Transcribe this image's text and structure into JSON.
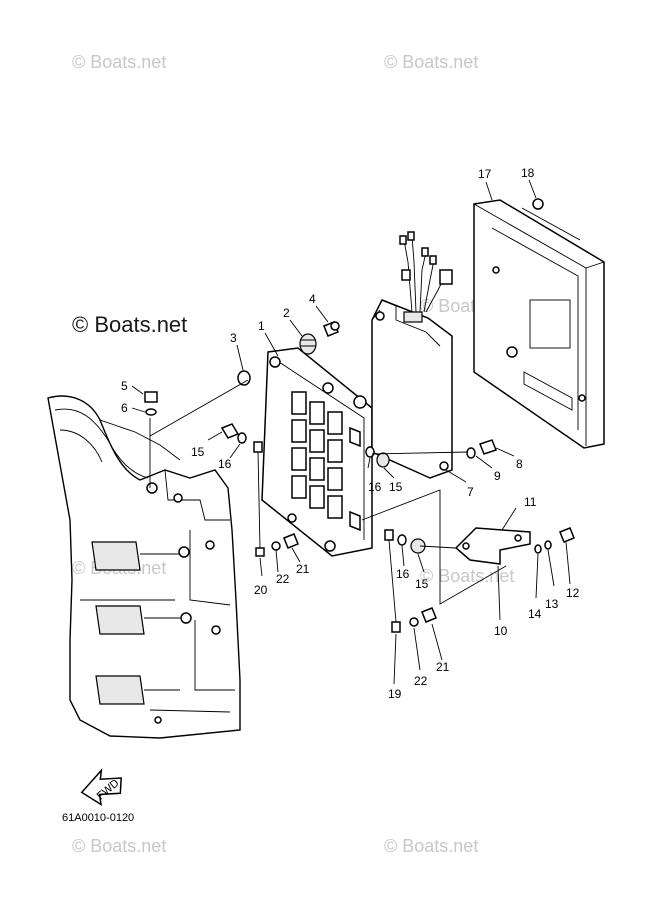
{
  "watermarks": {
    "top_left": "© Boats.net",
    "top_right": "© Boats.net",
    "center": "© Boats.net",
    "mid_right": "© Boats.net",
    "mid_left": "© Boats.net",
    "bottom_left": "© Boats.net",
    "bottom_right": "© Boats.net"
  },
  "diagram_code": "61A0010-0120",
  "fwd_label": "FWD",
  "callouts": {
    "c1": "1",
    "c2": "2",
    "c3": "3",
    "c4": "4",
    "c5": "5",
    "c6": "6",
    "c7": "7",
    "c8": "8",
    "c9": "9",
    "c10": "10",
    "c11": "11",
    "c12": "12",
    "c13": "13",
    "c14": "14",
    "c15a": "15",
    "c15b": "15",
    "c15c": "15",
    "c16a": "16",
    "c16b": "16",
    "c16c": "16",
    "c17": "17",
    "c18": "18",
    "c19": "19",
    "c20": "20",
    "c21a": "21",
    "c21b": "21",
    "c22a": "22",
    "c22b": "22"
  }
}
